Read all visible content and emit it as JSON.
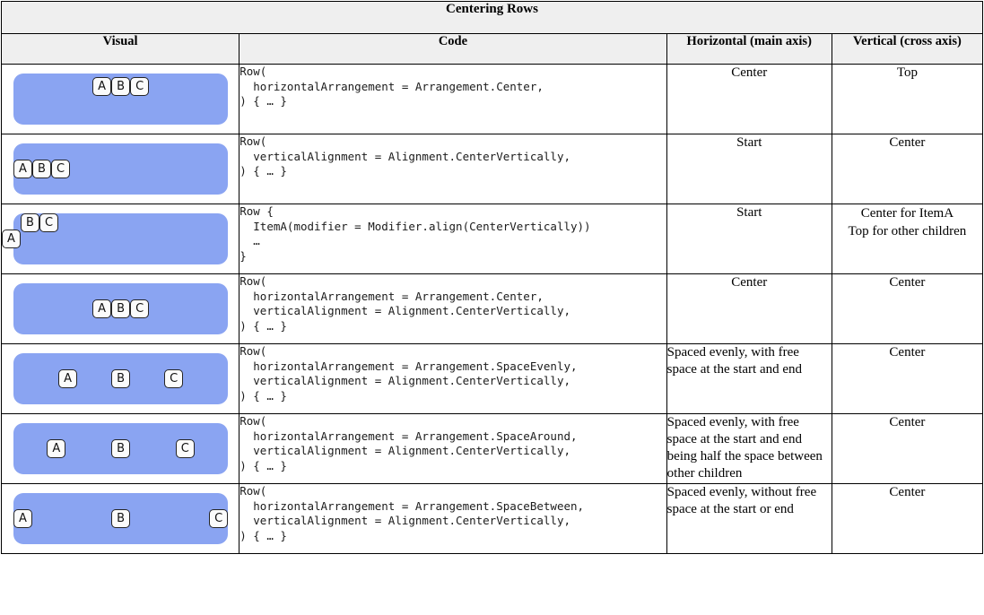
{
  "table": {
    "title": "Centering Rows",
    "columns": [
      {
        "key": "visual",
        "label": "Visual"
      },
      {
        "key": "code",
        "label": "Code"
      },
      {
        "key": "horizontal",
        "label": "Horizontal (main axis)"
      },
      {
        "key": "vertical",
        "label": "Vertical (cross axis)"
      }
    ],
    "colors": {
      "header_background": "#efefef",
      "row_background": "#8aa4f2",
      "chip_background": "#fbfbfb",
      "chip_border": "#252525",
      "grid_border": "#000000",
      "text": "#000000",
      "code_text": "#1b1b1b"
    },
    "chip_labels": [
      "A",
      "B",
      "C"
    ],
    "rows": [
      {
        "id": "arrangement-center",
        "arrangement": "center",
        "alignment": "top",
        "code": "Row(\n  horizontalArrangement = Arrangement.Center,\n) { … }",
        "horizontal": "Center",
        "vertical": "Top"
      },
      {
        "id": "alignment-center-vertically",
        "arrangement": "start",
        "alignment": "center",
        "code": "Row(\n  verticalAlignment = Alignment.CenterVertically,\n) { … }",
        "horizontal": "Start",
        "vertical": "Center"
      },
      {
        "id": "modifier-align-center-vertically",
        "arrangement": "start",
        "alignment": "mixed",
        "code": "Row {\n  ItemA(modifier = Modifier.align(CenterVertically))\n  …\n}",
        "horizontal": "Start",
        "vertical": "Center for ItemA\nTop for other children",
        "vertical_lines": [
          "Center for ItemA",
          "Top for other children"
        ]
      },
      {
        "id": "center-both-axes",
        "arrangement": "center",
        "alignment": "center",
        "code": "Row(\n  horizontalArrangement = Arrangement.Center,\n  verticalAlignment = Alignment.CenterVertically,\n) { … }",
        "horizontal": "Center",
        "vertical": "Center"
      },
      {
        "id": "space-evenly",
        "arrangement": "evenly",
        "alignment": "center",
        "code": "Row(\n  horizontalArrangement = Arrangement.SpaceEvenly,\n  verticalAlignment = Alignment.CenterVertically,\n) { … }",
        "horizontal": "Spaced evenly, with free space at the start and end",
        "vertical": "Center"
      },
      {
        "id": "space-around",
        "arrangement": "around",
        "alignment": "center",
        "code": "Row(\n  horizontalArrangement = Arrangement.SpaceAround,\n  verticalAlignment = Alignment.CenterVertically,\n) { … }",
        "horizontal": "Spaced evenly, with free space at the start and end being half the space between other children",
        "vertical": "Center"
      },
      {
        "id": "space-between",
        "arrangement": "between",
        "alignment": "center",
        "code": "Row(\n  horizontalArrangement = Arrangement.SpaceBetween,\n  verticalAlignment = Alignment.CenterVertically,\n) { … }",
        "horizontal": "Spaced evenly, without free space at the start or end",
        "vertical": "Center"
      }
    ]
  }
}
